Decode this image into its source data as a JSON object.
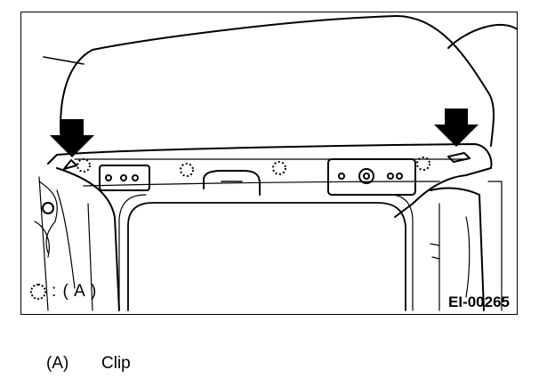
{
  "figure": {
    "legend_symbol": "dotted-circle-icon",
    "legend_key": ": ( A )",
    "figure_id": "EI-00265"
  },
  "caption": {
    "label": "(A)",
    "text": "Clip"
  }
}
